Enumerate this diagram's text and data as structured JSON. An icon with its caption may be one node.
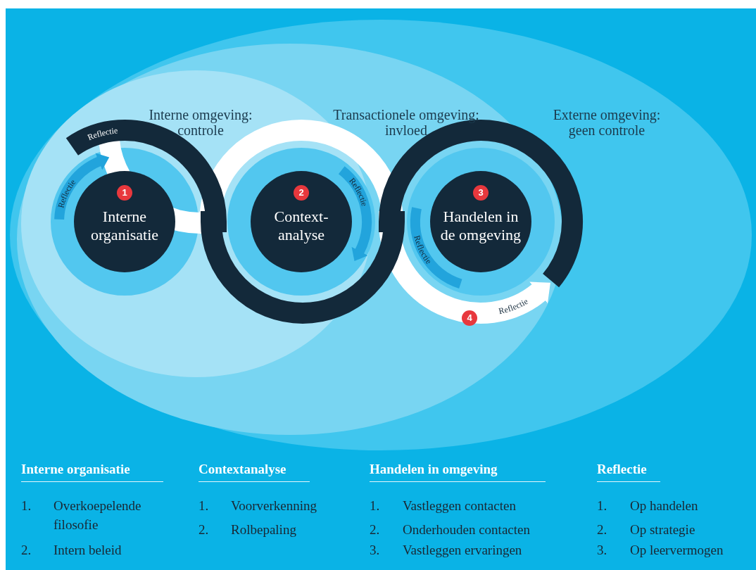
{
  "diagram": {
    "nodes": [
      {
        "text": [
          "Externe omgeving: geen controle"
        ]
      },
      {
        "text": [
          "Transactionele omgeving: invloed"
        ],
        "in": 0
      },
      {
        "text": [
          "Interne omgeving: controle"
        ],
        "in": 1
      },
      {
        "text": [
          "1",
          "Interne organisatie"
        ],
        "in": 2
      },
      {
        "text": [
          "2",
          "Context-analyse"
        ],
        "in": 2
      },
      {
        "text": [
          "3",
          "Handelen in de omgeving"
        ],
        "in": 1
      }
    ],
    "edges": [
      {
        "from": 3,
        "to": 5,
        "arrow": "none"
      }
    ],
    "labels": [
      "Reflectie",
      "Reflectie",
      "Reflectie",
      "Reflectie",
      "4",
      "Reflectie",
      "Interne organisatie",
      "1.",
      "Overkoepelende filosofie",
      "2.",
      "Intern beleid",
      "Contextanalyse",
      "1.",
      "Voorverkenning",
      "2.",
      "Rolbepaling",
      "Handelen in omgeving",
      "1.",
      "Vastleggen contacten",
      "2.",
      "Onderhouden contacten",
      "3.",
      "Vastleggen ervaringen",
      "Reflectie",
      "1.",
      "Op handelen",
      "2.",
      "Op strategie",
      "3.",
      "Op leervermogen"
    ]
  }
}
